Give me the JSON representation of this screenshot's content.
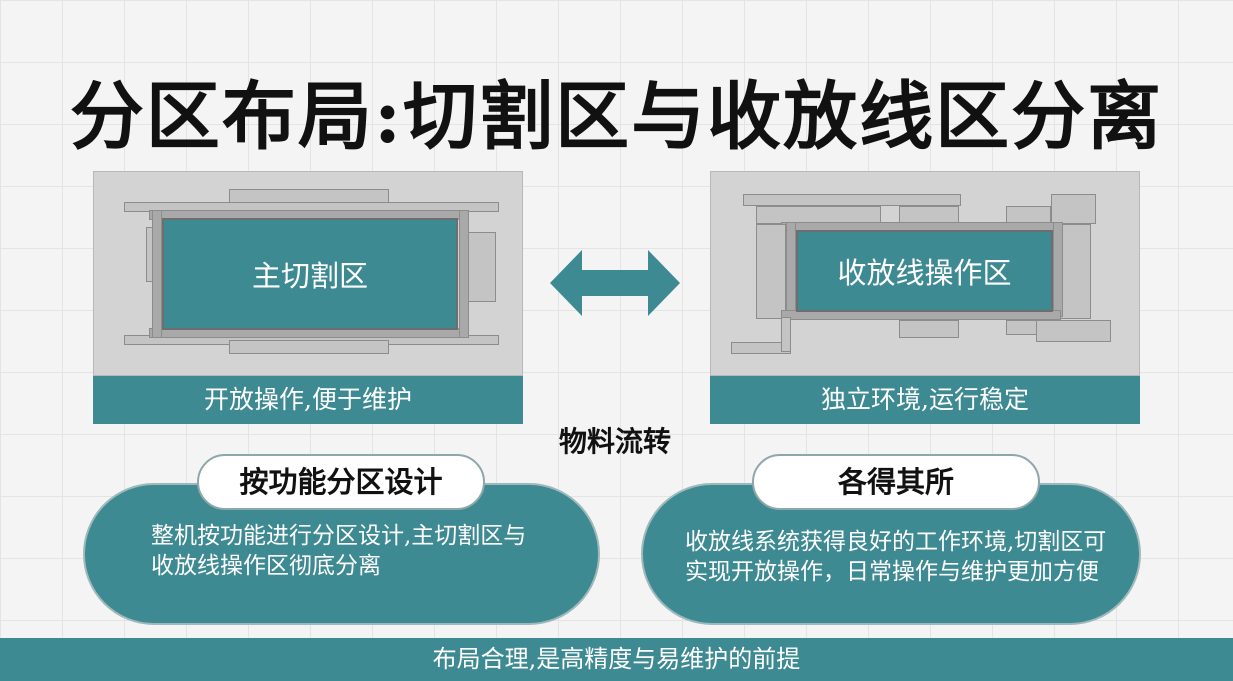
{
  "title": "分区布局:切割区与收放线区分离",
  "left_panel": {
    "zone_label": "主切割区",
    "caption": "开放操作,便于维护"
  },
  "right_panel": {
    "zone_label": "收放线操作区",
    "caption": "独立环境,运行稳定"
  },
  "flow": {
    "label": "物料流转",
    "icon": "double-arrow-icon"
  },
  "left_card": {
    "heading": "按功能分区设计",
    "body": "整机按功能进行分区设计,主切割区与收放线操作区彻底分离"
  },
  "right_card": {
    "heading": "各得其所",
    "body": "收放线系统获得良好的工作环境,切割区可实现开放操作，日常操作与维护更加方便"
  },
  "footer": "布局合理,是高精度与易维护的前提",
  "colors": {
    "teal": "#3e8a92",
    "gray": "#d3d3d3"
  }
}
